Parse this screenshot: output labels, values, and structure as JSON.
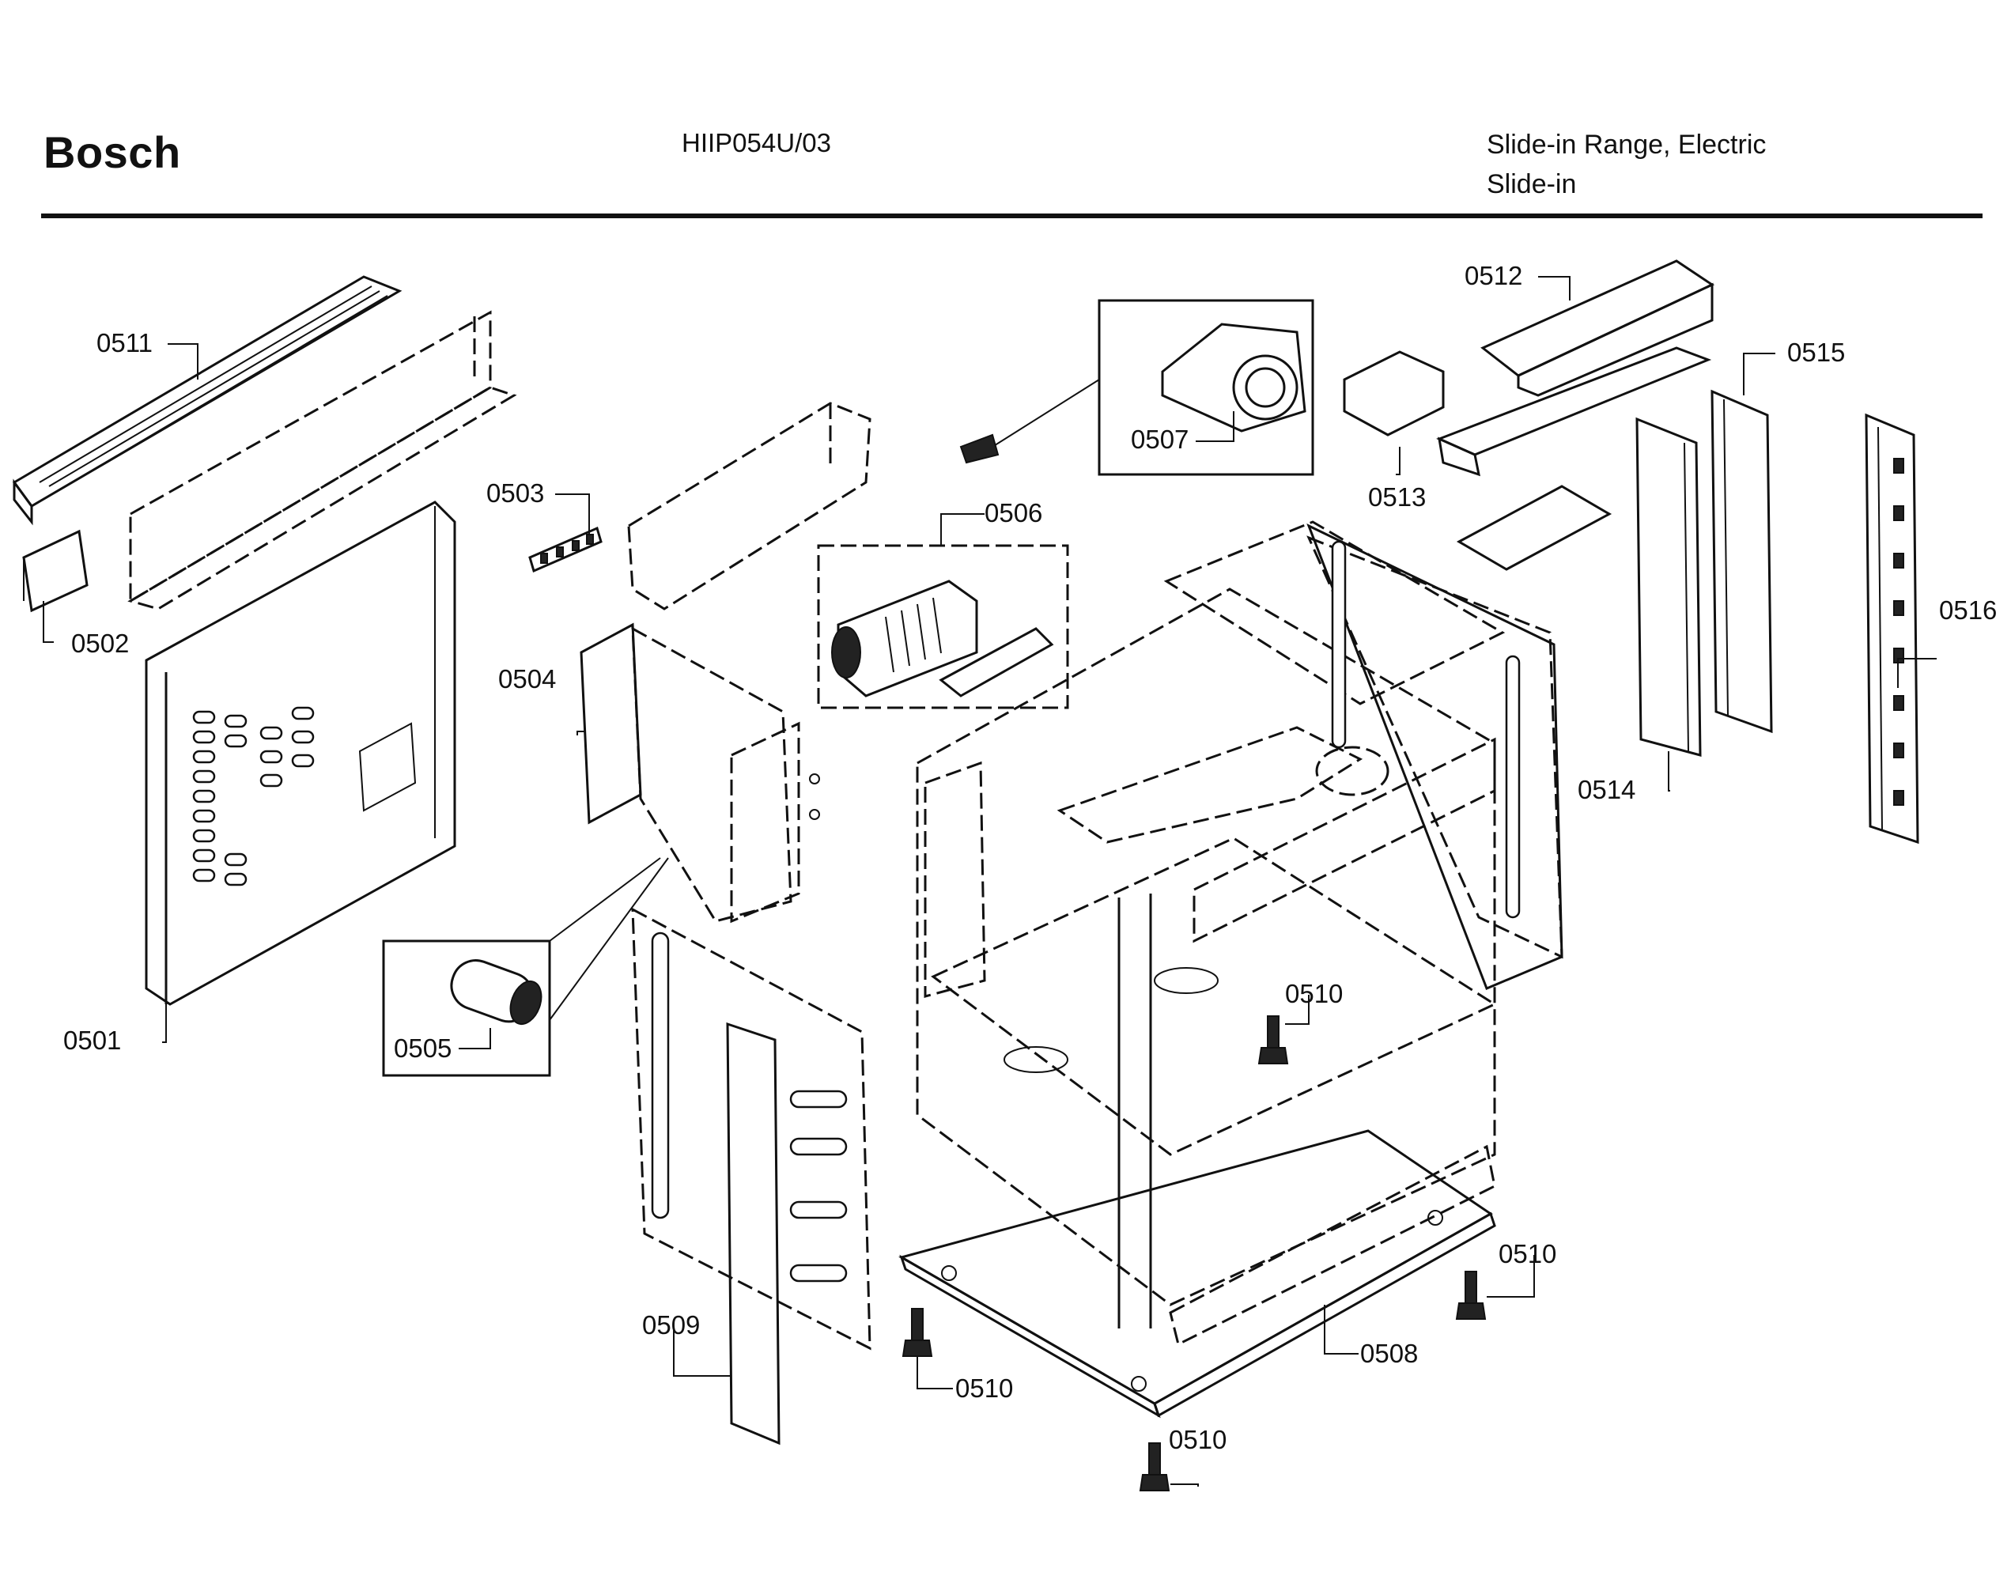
{
  "header": {
    "brand": "Bosch",
    "model": "HIIP054U/03",
    "category_line1": "Slide-in Range, Electric",
    "category_line2": "Slide-in"
  },
  "parts": [
    {
      "id": "0501"
    },
    {
      "id": "0502"
    },
    {
      "id": "0503"
    },
    {
      "id": "0504"
    },
    {
      "id": "0505"
    },
    {
      "id": "0506"
    },
    {
      "id": "0507"
    },
    {
      "id": "0508"
    },
    {
      "id": "0509"
    },
    {
      "id": "0510"
    },
    {
      "id": "0511"
    },
    {
      "id": "0512"
    },
    {
      "id": "0513"
    },
    {
      "id": "0514"
    },
    {
      "id": "0515"
    },
    {
      "id": "0516"
    }
  ]
}
